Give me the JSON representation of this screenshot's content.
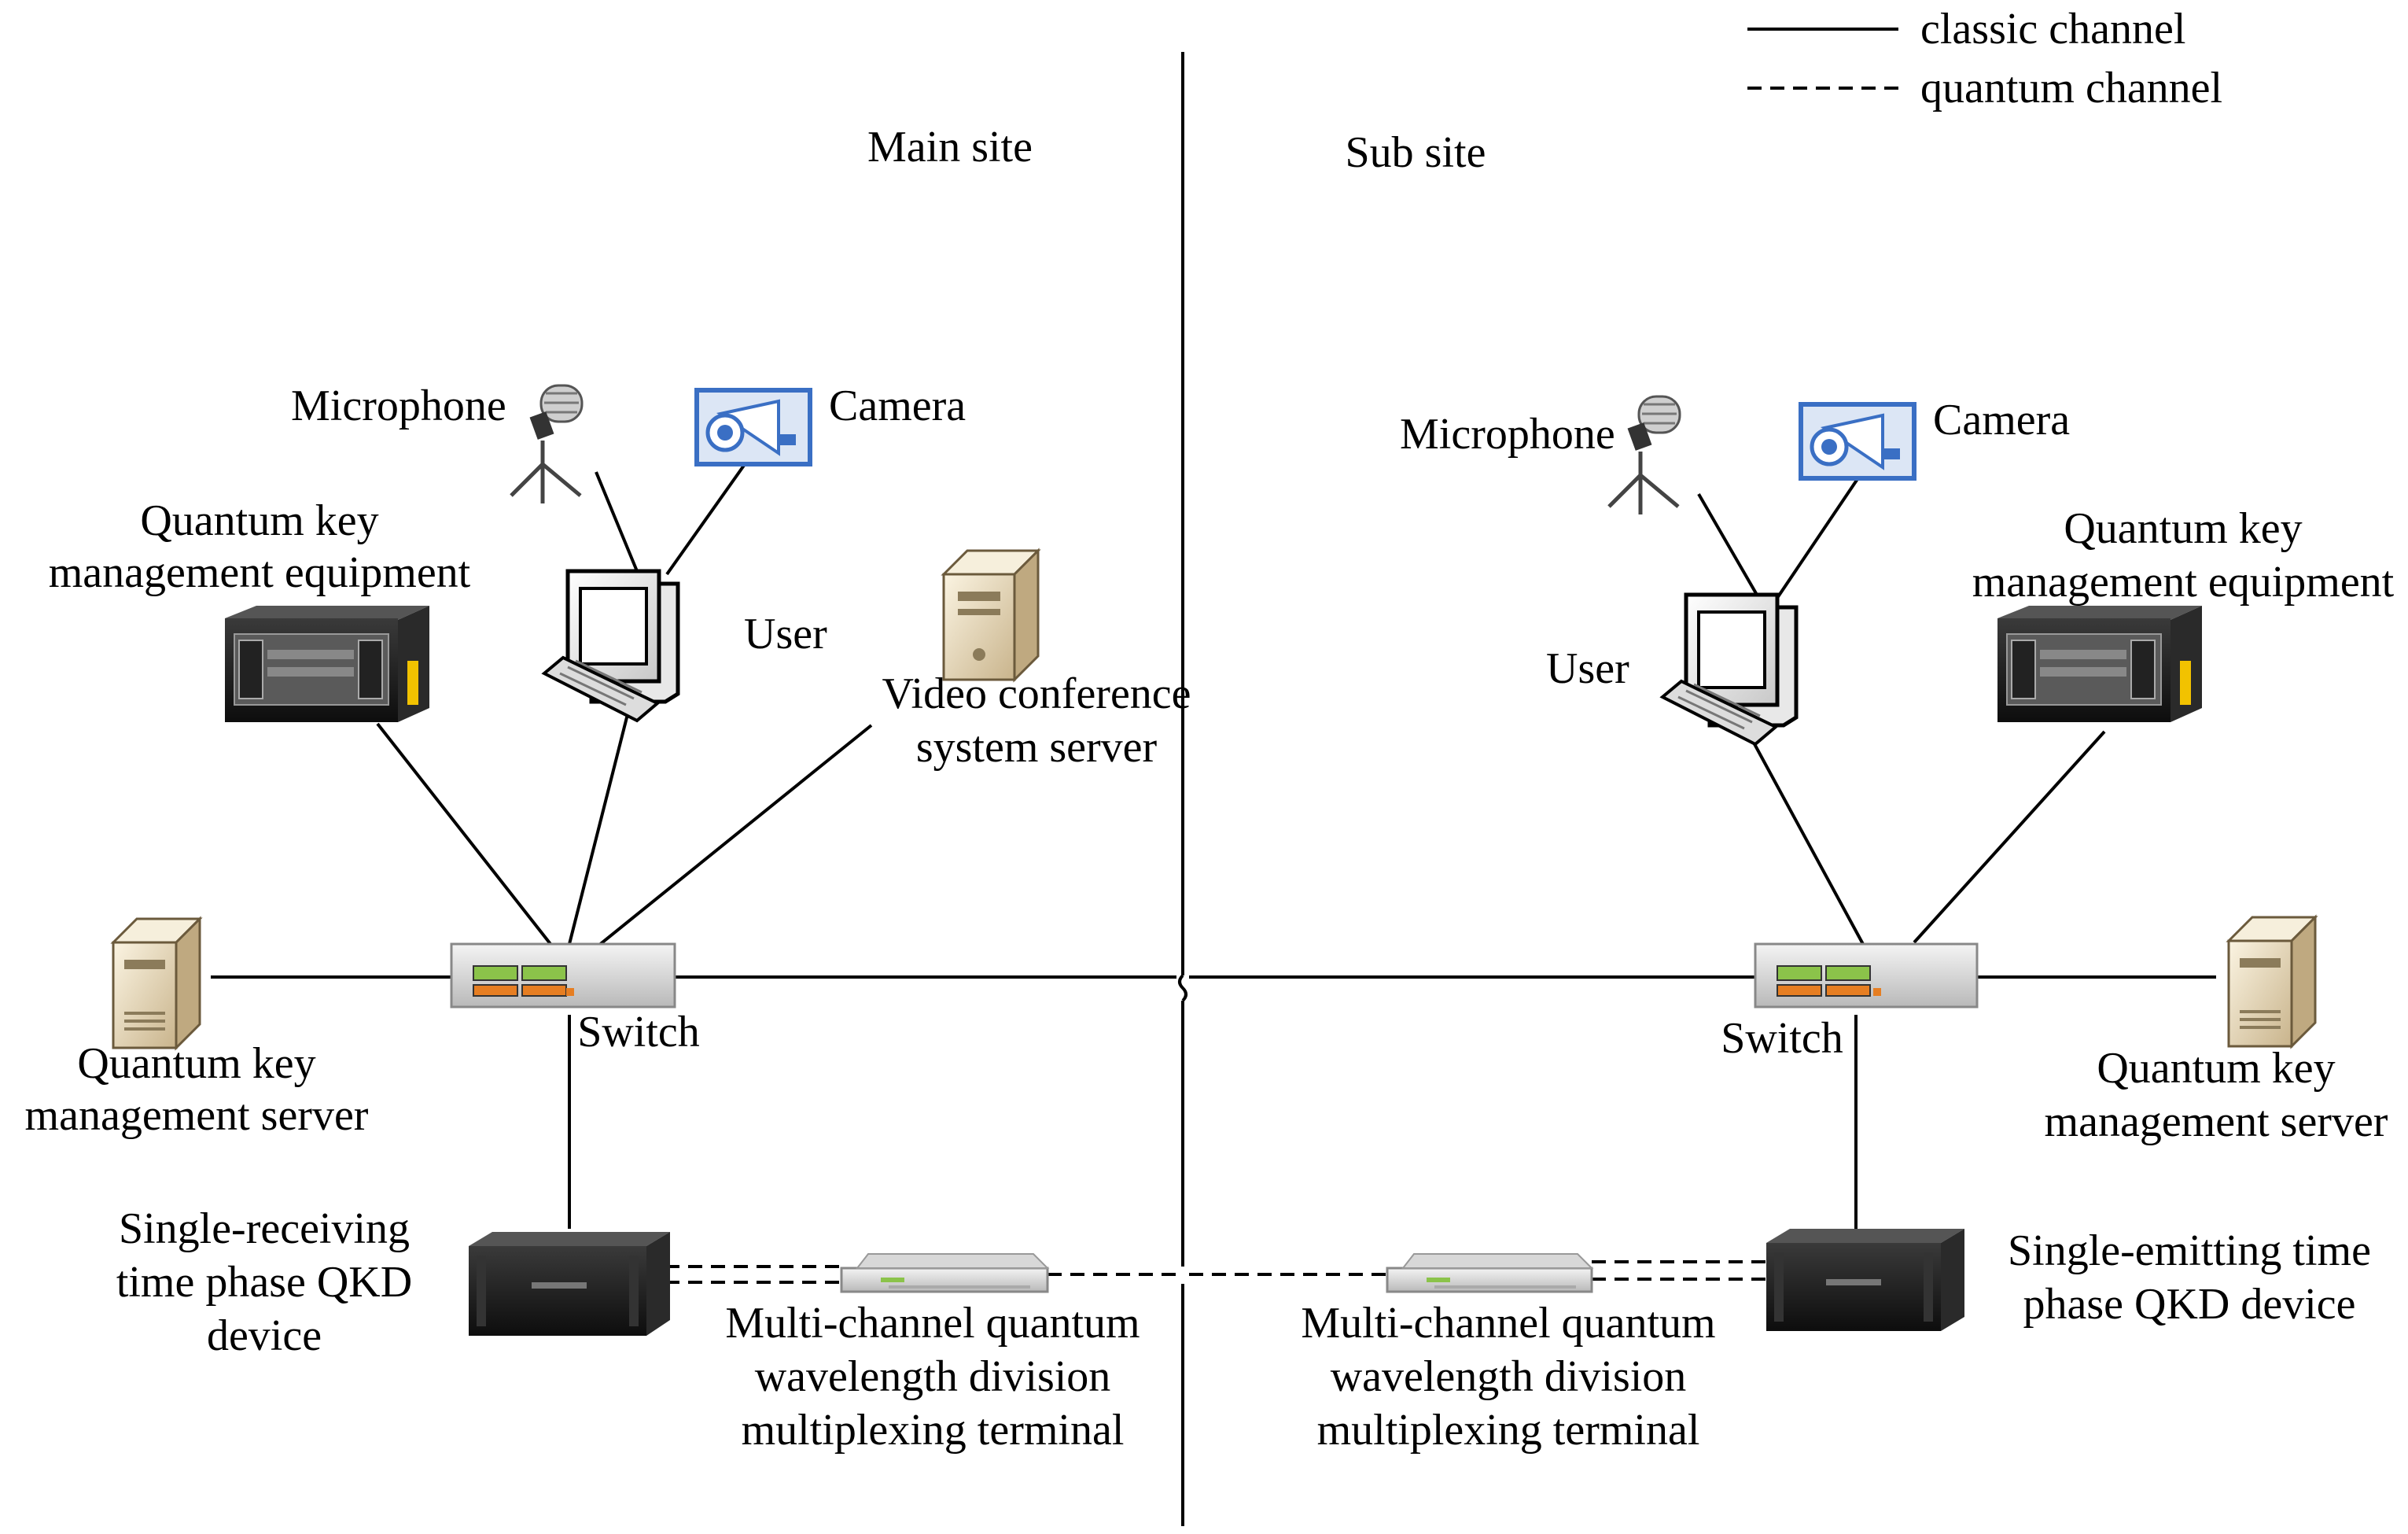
{
  "legend": {
    "classic": "classic channel",
    "quantum": "quantum channel"
  },
  "main_site": {
    "title": "Main site",
    "microphone": "Microphone",
    "camera": "Camera",
    "user": "User",
    "qkm_equipment": [
      "Quantum key",
      "management equipment"
    ],
    "video_server": [
      "Video conference",
      "system server"
    ],
    "qkm_server": [
      "Quantum key",
      "management server"
    ],
    "switch": "Switch",
    "qkd_device": [
      "Single-receiving",
      "time phase QKD",
      "device"
    ],
    "wdm_terminal": [
      "Multi-channel quantum",
      "wavelength division",
      "multiplexing terminal"
    ]
  },
  "sub_site": {
    "title": "Sub site",
    "microphone": "Microphone",
    "camera": "Camera",
    "user": "User",
    "qkm_equipment": [
      "Quantum key",
      "management equipment"
    ],
    "qkm_server": [
      "Quantum key",
      "management server"
    ],
    "switch": "Switch",
    "qkd_device": [
      "Single-emitting time",
      "phase QKD device"
    ],
    "wdm_terminal": [
      "Multi-channel quantum",
      "wavelength division",
      "multiplexing terminal"
    ]
  },
  "colors": {
    "line": "#000000",
    "camera_blue": "#3a6fc4",
    "server_beige": "#e8dcc0",
    "switch_green": "#8bc34a",
    "switch_orange": "#e67e22",
    "rack_dark": "#1a1a1a",
    "rack_yellow": "#f2c200"
  }
}
